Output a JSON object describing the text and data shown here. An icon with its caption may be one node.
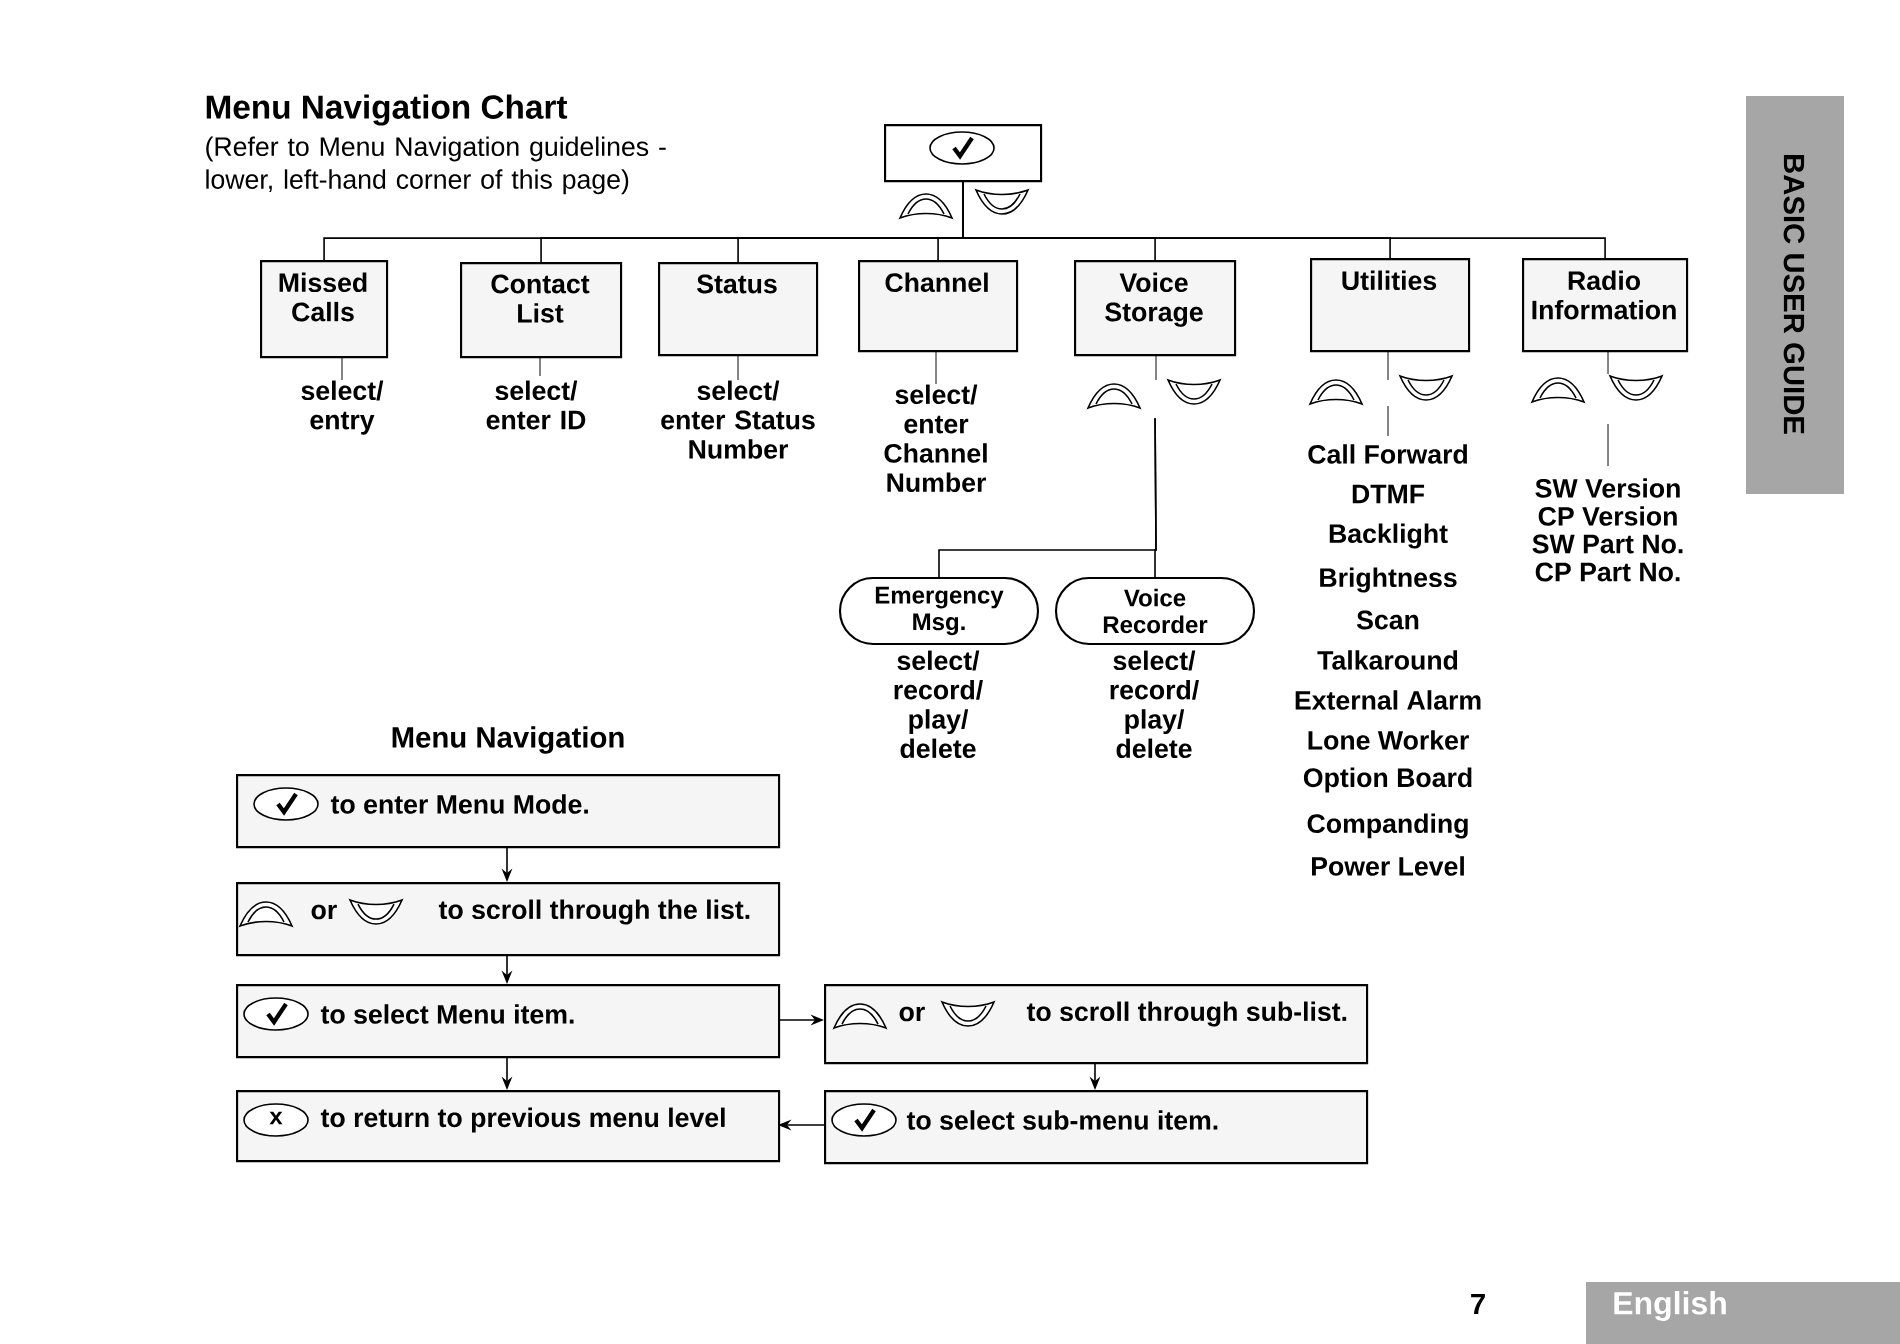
{
  "diagram": {
    "title": "Menu Navigation Chart",
    "nodes": [
      {
        "text": [],
        "shape": "box"
      },
      {
        "text": [
          "Missed Calls"
        ],
        "beside": [
          "select/ entry"
        ]
      },
      {
        "text": [
          "Contact List"
        ],
        "beside": [
          "select/ enter ID"
        ]
      },
      {
        "text": [
          "Status"
        ],
        "beside": [
          "select/ enter Status Number"
        ]
      },
      {
        "text": [
          "Channel"
        ],
        "beside": [
          "select/ enter Channel Number"
        ]
      },
      {
        "text": [
          "Voice Storage"
        ]
      },
      {
        "text": [
          "Utilities"
        ],
        "beside": [
          "Call Forward",
          "DTMF",
          "Backlight",
          "Brightness",
          "Scan",
          "Talkaround",
          "External Alarm",
          "Lone Worker",
          "Option Board",
          "Companding",
          "Power Level"
        ]
      },
      {
        "text": [
          "Radio Information"
        ],
        "beside": [
          "SW Version",
          "CP Version",
          "SW Part No.",
          "CP Part No."
        ]
      },
      {
        "text": [
          "Emergency Msg."
        ],
        "beside": [
          "select/ record/ play/ delete"
        ]
      },
      {
        "text": [
          "Voice Recorder"
        ],
        "beside": [
          "select/ record/ play/ delete"
        ]
      },
      {
        "text": [
          "to enter Menu Mode."
        ]
      },
      {
        "text": [
          "or",
          "to scroll through the list."
        ]
      },
      {
        "text": [
          "to select Menu item."
        ]
      },
      {
        "text": [
          "x",
          "to return to previous menu level"
        ]
      },
      {
        "text": [
          "or",
          "to scroll through sub-list."
        ]
      },
      {
        "text": [
          "to select sub-menu item."
        ]
      }
    ],
    "edges": [
      {
        "from": 0,
        "to": 1,
        "arrow": "none"
      },
      {
        "from": 0,
        "to": 2,
        "arrow": "none"
      },
      {
        "from": 0,
        "to": 3,
        "arrow": "none"
      },
      {
        "from": 0,
        "to": 4,
        "arrow": "none"
      },
      {
        "from": 0,
        "to": 5,
        "arrow": "none"
      },
      {
        "from": 0,
        "to": 6,
        "arrow": "none"
      },
      {
        "from": 0,
        "to": 7,
        "arrow": "none"
      },
      {
        "from": 5,
        "to": 8,
        "arrow": "none"
      },
      {
        "from": 5,
        "to": 9,
        "arrow": "none"
      },
      {
        "from": 10,
        "to": 11,
        "arrow": "to"
      },
      {
        "from": 11,
        "to": 12,
        "arrow": "to"
      },
      {
        "from": 12,
        "to": 13,
        "arrow": "to"
      },
      {
        "from": 12,
        "to": 14,
        "arrow": "to"
      },
      {
        "from": 14,
        "to": 15,
        "arrow": "to"
      },
      {
        "from": 15,
        "to": 13,
        "arrow": "to"
      }
    ],
    "labels": [
      "(Refer to Menu Navigation guidelines - lower, left-hand corner of this page)",
      "BASIC USER GUIDE",
      "Menu Navigation",
      "7",
      "English"
    ]
  }
}
